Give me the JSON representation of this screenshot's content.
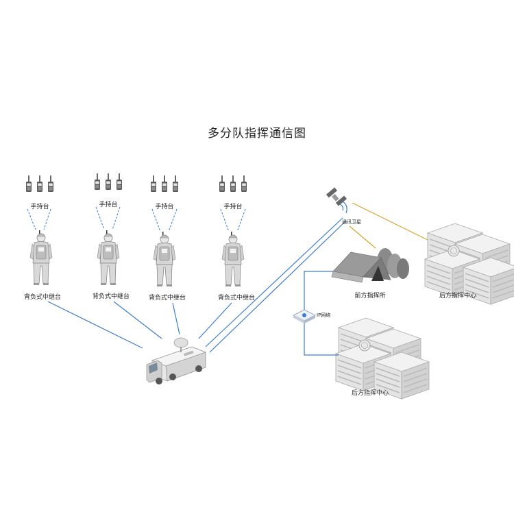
{
  "title": "多分队指挥通信图",
  "handheld_label": "手持台",
  "backpack_label": "背负式中继台",
  "satellite_label": "通讯卫星",
  "forward_post_label": "前方指挥所",
  "rear_center_label": "后方指挥中心",
  "ip_network_label": "IP网络",
  "colors": {
    "wireless_link": "#3a7bd5",
    "satellite_link": "#d9a02a",
    "wired_link": "#3a7bd5"
  }
}
